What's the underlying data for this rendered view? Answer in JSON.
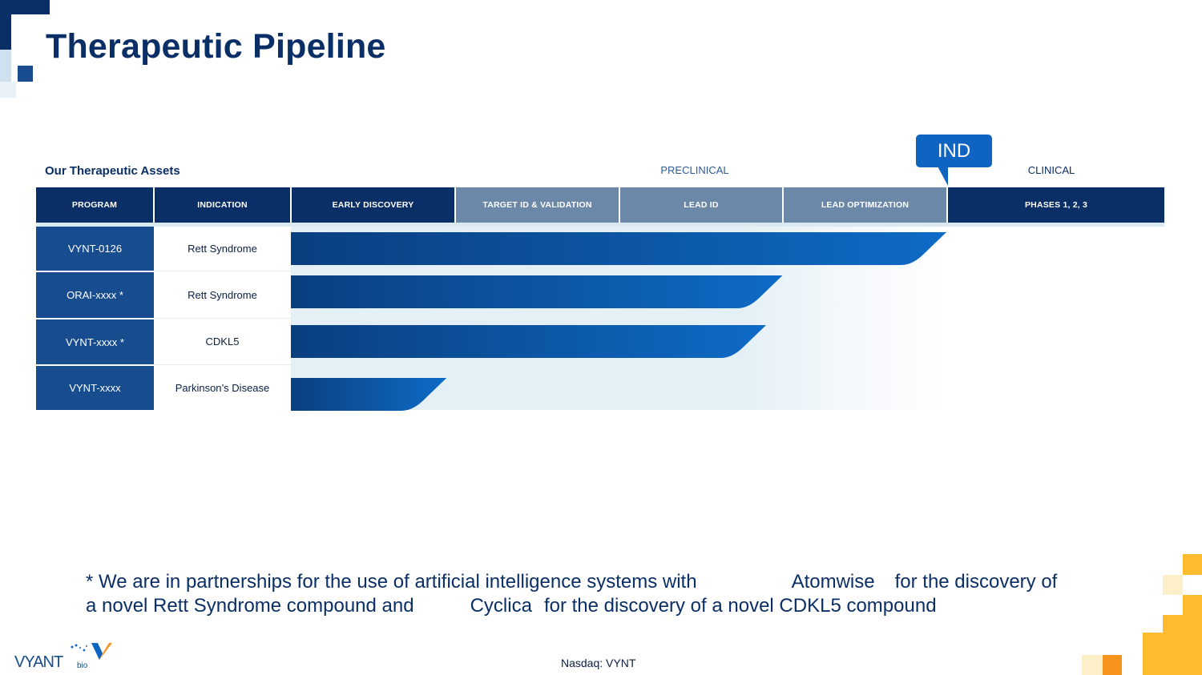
{
  "slide": {
    "title": "Therapeutic Pipeline",
    "assets_label": "Our Therapeutic Assets",
    "preclinical_label": "PRECLINICAL",
    "clinical_label": "CLINICAL",
    "ind_label": "IND"
  },
  "table": {
    "headers": [
      "PROGRAM",
      "INDICATION",
      "EARLY DISCOVERY",
      "TARGET ID & VALIDATION",
      "LEAD ID",
      "LEAD OPTIMIZATION",
      "PHASES 1, 2, 3"
    ],
    "rows": [
      {
        "program": "VYNT-0126",
        "indication": "Rett Syndrome",
        "progress_stage": 4.0
      },
      {
        "program": "ORAI-xxxx *",
        "indication": "Rett Syndrome",
        "progress_stage": 3.0
      },
      {
        "program": "VYNT-xxxx *",
        "indication": "CDKL5",
        "progress_stage": 2.9
      },
      {
        "program": "VYNT-xxxx",
        "indication": "Parkinson’s Disease",
        "progress_stage": 0.95
      }
    ]
  },
  "footnote": {
    "part1": "* We are in partnerships for the use of artificial intelligence systems with",
    "partner1": "Atomwise",
    "part2": "for the discovery of",
    "part3": "a novel Rett Syndrome compound and",
    "partner2": "Cyclica",
    "part4": "for the discovery of a novel CDKL5 compound"
  },
  "footer": {
    "ticker": "Nasdaq: VYNT",
    "logo_text": "VYANT",
    "logo_suffix": "bio"
  },
  "colors": {
    "navy": "#0a2e66",
    "program_cell": "#174d8f",
    "bar_start": "#0a3f7f",
    "bar_end": "#0e6bc6",
    "header_mid": "#6c88a9",
    "accent_orange": "#f7941d",
    "accent_yellow": "#fdbb30"
  }
}
